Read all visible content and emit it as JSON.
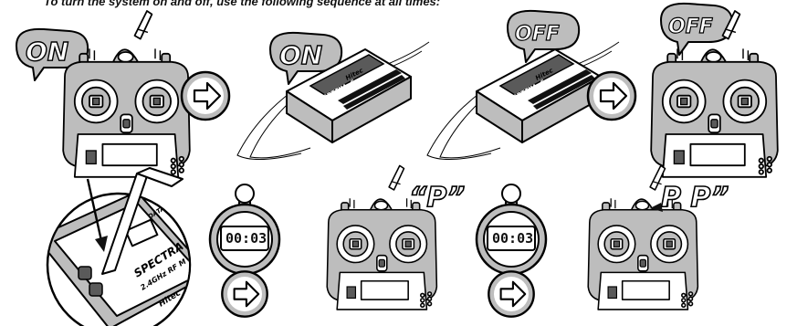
{
  "heading": "To turn the system on and off, use the following sequence at all times:",
  "balloons": {
    "on": "ON",
    "off": "OFF"
  },
  "receiver": {
    "model": "OPTIMA 6",
    "brand": "Hitec",
    "brand_alt": "Hitec"
  },
  "module_card": {
    "brand": "Hitec",
    "product": "SPECTRA",
    "subtitle": "2.4GHz RF M",
    "data_label": "DATA"
  },
  "timer": {
    "display": "00:03"
  },
  "beeps": {
    "single": "“P”",
    "double": "P P”"
  },
  "icons": [
    "on-balloon-icon",
    "off-balloon-icon",
    "arrow-right-icon",
    "stopwatch-icon",
    "hex-key-icon"
  ]
}
